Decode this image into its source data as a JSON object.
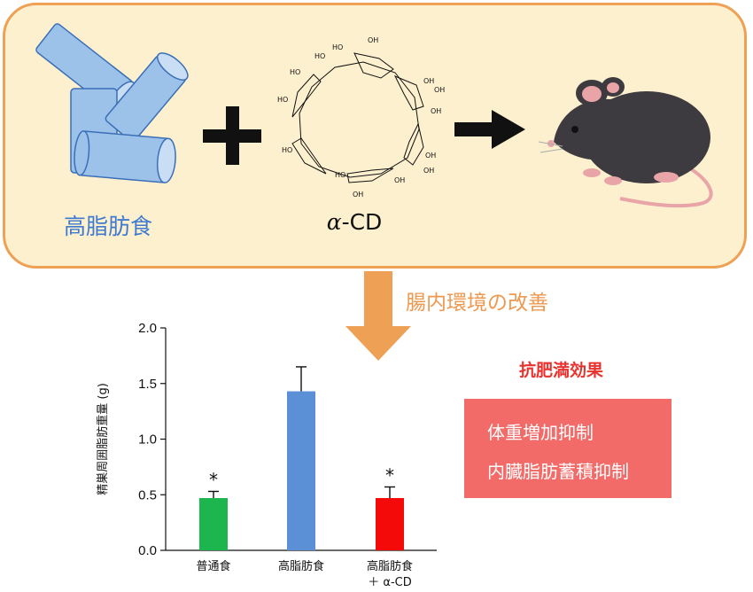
{
  "top_panel": {
    "fat_label": "高脂肪食",
    "acd_alpha": "α",
    "acd_rest": "-CD",
    "plus_symbol": "+",
    "cd_hydroxyl": "OH",
    "cd_ho": "HO"
  },
  "effect_text": "腸内環境の改善",
  "right_panel": {
    "title": "抗肥満効果",
    "items": [
      "体重増加抑制",
      "内臓脂肪蓄積抑制"
    ]
  },
  "colors": {
    "panel_bg": "#fdf0cf",
    "panel_border": "#eea055",
    "fat_blue": "#3f7ad0",
    "arrow_orange": "#eea055",
    "box_red": "#f36b69",
    "title_red": "#e8322e"
  },
  "chart_data": {
    "type": "bar",
    "ylabel": "精巣周囲脂肪重量 (g)",
    "ylim": [
      0,
      2.0
    ],
    "yticks": [
      "0.0",
      "0.5",
      "1.0",
      "1.5",
      "2.0"
    ],
    "ytick_values": [
      0,
      0.5,
      1.0,
      1.5,
      2.0
    ],
    "categories": [
      {
        "lines": [
          "普通食"
        ]
      },
      {
        "lines": [
          "高脂肪食"
        ]
      },
      {
        "lines": [
          "高脂肪食",
          "＋ α-CD"
        ]
      }
    ],
    "values": [
      0.47,
      1.43,
      0.47
    ],
    "errors": [
      0.06,
      0.22,
      0.1
    ],
    "colors": [
      "#1db54d",
      "#5b90d6",
      "#f50a0a"
    ],
    "significance": [
      "*",
      "",
      "*"
    ],
    "grid": false
  }
}
